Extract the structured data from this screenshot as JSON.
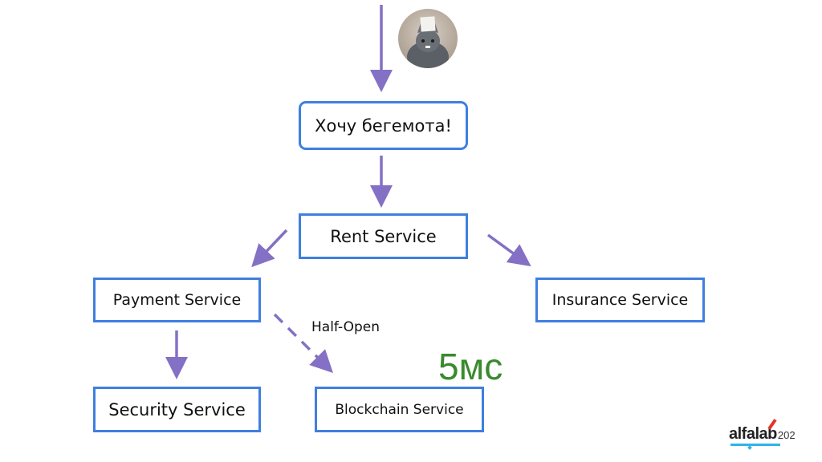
{
  "nodes": {
    "request": "Хочу бегемота!",
    "rent": "Rent Service",
    "payment": "Payment Service",
    "insurance": "Insurance Service",
    "security": "Security Service",
    "blockchain": "Blockchain Service"
  },
  "edge_labels": {
    "half_open": "Half-Open"
  },
  "latency": "5мс",
  "logo": {
    "word": "alfalab",
    "year": "202"
  },
  "colors": {
    "arrow": "#8470c4",
    "box_border": "#3f7fe0",
    "latency_text": "#3a8a2e"
  }
}
